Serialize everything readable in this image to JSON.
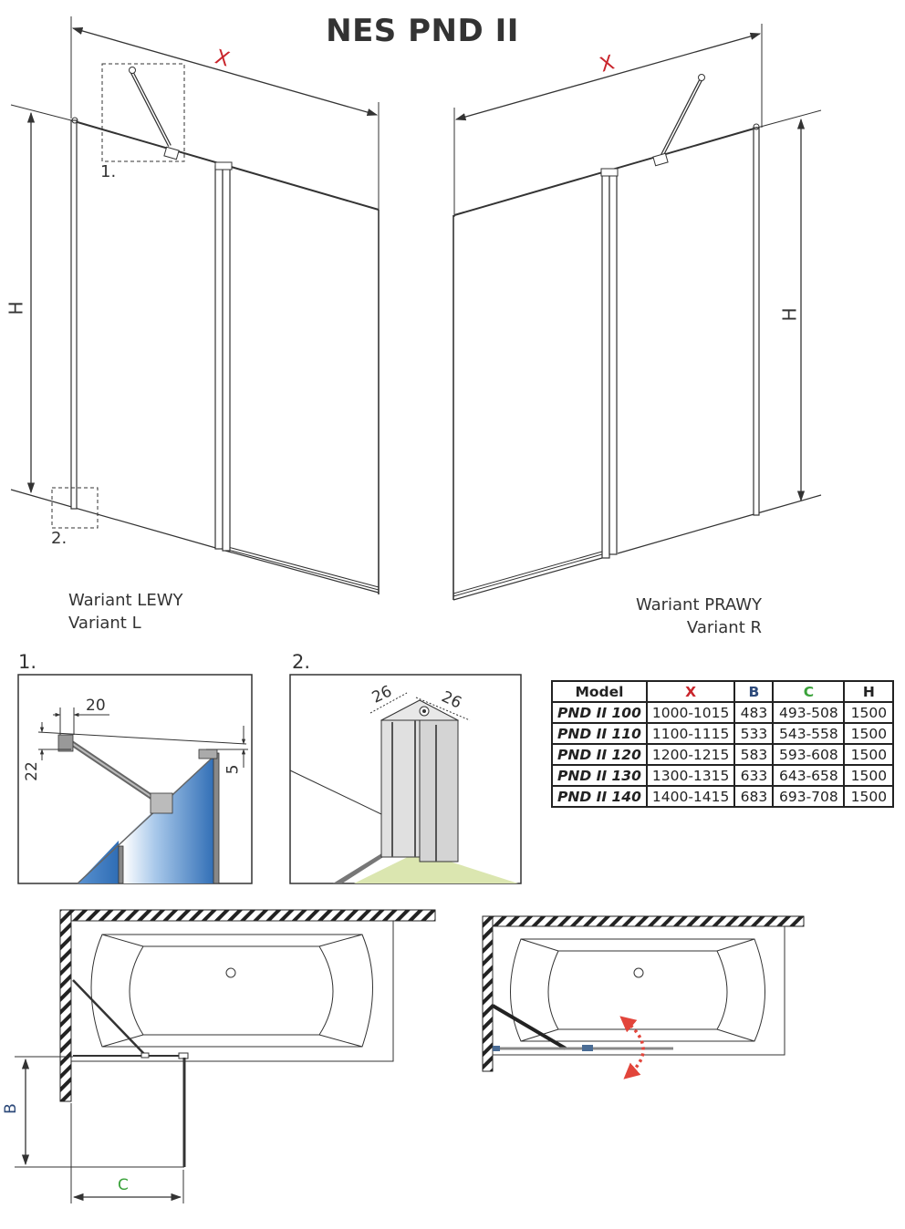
{
  "title": "NES PND II",
  "colors": {
    "x_dim": "#c9242b",
    "b_dim": "#2d4a7a",
    "c_dim": "#3aa23a",
    "glass_blue": "#3f7fc4",
    "floor_green": "#dbe6b0",
    "swing_arrow": "#e2453b",
    "line": "#333333"
  },
  "views": {
    "left": {
      "dim_x": "X",
      "dim_h": "H",
      "detail_1_marker": "1.",
      "detail_2_marker": "2.",
      "caption_line1": "Wariant LEWY",
      "caption_line2": "Variant L"
    },
    "right": {
      "dim_x": "X",
      "dim_h": "H",
      "caption_line1": "Wariant PRAWY",
      "caption_line2": "Variant R"
    }
  },
  "details": {
    "detail_1": {
      "label": "1.",
      "dim_width": "20",
      "dim_height": "22",
      "dim_offset": "5"
    },
    "detail_2": {
      "label": "2.",
      "dim_a": "26",
      "dim_b": "26"
    }
  },
  "spec_table": {
    "headers": [
      "Model",
      "X",
      "B",
      "C",
      "H"
    ],
    "rows": [
      [
        "PND II 100",
        "1000-1015",
        "483",
        "493-508",
        "1500"
      ],
      [
        "PND II 110",
        "1100-1115",
        "533",
        "543-558",
        "1500"
      ],
      [
        "PND II 120",
        "1200-1215",
        "583",
        "593-608",
        "1500"
      ],
      [
        "PND II 130",
        "1300-1315",
        "633",
        "643-658",
        "1500"
      ],
      [
        "PND II 140",
        "1400-1415",
        "683",
        "693-708",
        "1500"
      ]
    ]
  },
  "plan_views": {
    "open": {
      "dim_b": "B",
      "dim_c": "C"
    },
    "folded": {
      "swing_indicator": "double-arrow"
    }
  }
}
